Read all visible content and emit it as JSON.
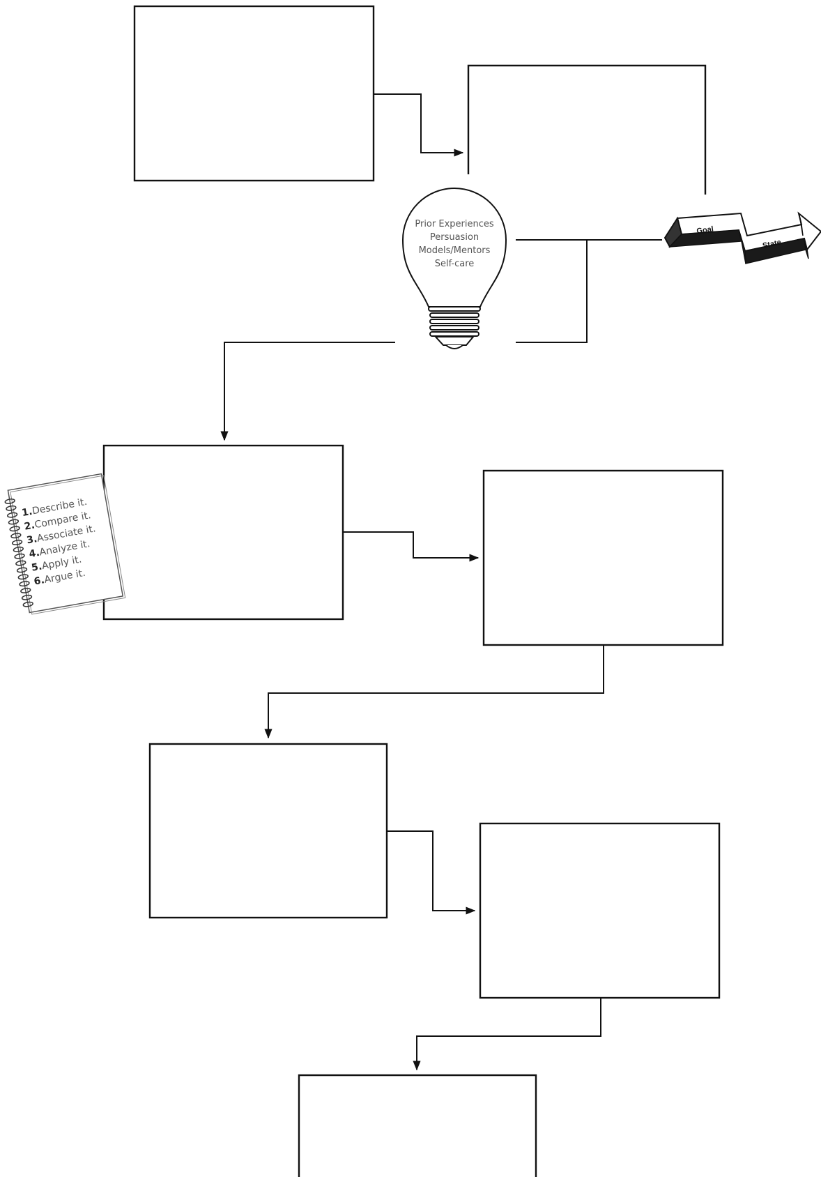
{
  "bulb": {
    "lines": [
      "Prior Experiences",
      "Persuasion",
      "Models/Mentors",
      "Self-care"
    ]
  },
  "goal_arrow": {
    "word1": "Goal",
    "word2": "State"
  },
  "notebook": {
    "items": [
      {
        "num": "1.",
        "text": "Describe it."
      },
      {
        "num": "2.",
        "text": "Compare it."
      },
      {
        "num": "3.",
        "text": "Associate it."
      },
      {
        "num": "4.",
        "text": "Analyze it."
      },
      {
        "num": "5.",
        "text": "Apply it."
      },
      {
        "num": "6.",
        "text": "Argue it."
      }
    ]
  },
  "boxes": [
    {
      "id": "box-1",
      "label": ""
    },
    {
      "id": "box-2",
      "label": ""
    },
    {
      "id": "box-3",
      "label": ""
    },
    {
      "id": "box-4",
      "label": ""
    },
    {
      "id": "box-5",
      "label": ""
    },
    {
      "id": "box-6",
      "label": ""
    },
    {
      "id": "box-7",
      "label": ""
    }
  ],
  "colors": {
    "stroke": "#111111",
    "text": "#555555",
    "background": "#ffffff"
  }
}
